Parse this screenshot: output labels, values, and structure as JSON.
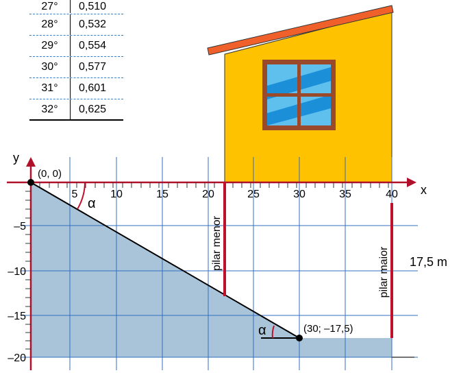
{
  "table": {
    "rows": [
      {
        "angle": "27°",
        "value": "0,510"
      },
      {
        "angle": "28°",
        "value": "0,532"
      },
      {
        "angle": "29°",
        "value": "0,554"
      },
      {
        "angle": "30°",
        "value": "0,577"
      },
      {
        "angle": "31°",
        "value": "0,601"
      },
      {
        "angle": "32°",
        "value": "0,625"
      }
    ]
  },
  "axes": {
    "x_label": "x",
    "y_label": "y",
    "x_ticks": [
      "5",
      "10",
      "15",
      "20",
      "25",
      "30",
      "35",
      "40"
    ],
    "y_ticks": [
      "–5",
      "–10",
      "–15",
      "–20"
    ]
  },
  "points": {
    "origin": "(0, 0)",
    "end": "(30; –17,5)"
  },
  "labels": {
    "alpha_top": "α",
    "alpha_bottom": "α",
    "small_pillar": "pilar menor",
    "large_pillar": "pilar maior",
    "height": "17,5 m"
  },
  "colors": {
    "house_wall": "#ffc200",
    "roof": "#f0602a",
    "window_frame": "#9a4a2a",
    "window_glass": "#3aa8e6",
    "terrain": "#a9c4d8",
    "grid": "#2f6fc0",
    "axis_arrow": "#b0102a",
    "pillar": "#c0102a"
  }
}
